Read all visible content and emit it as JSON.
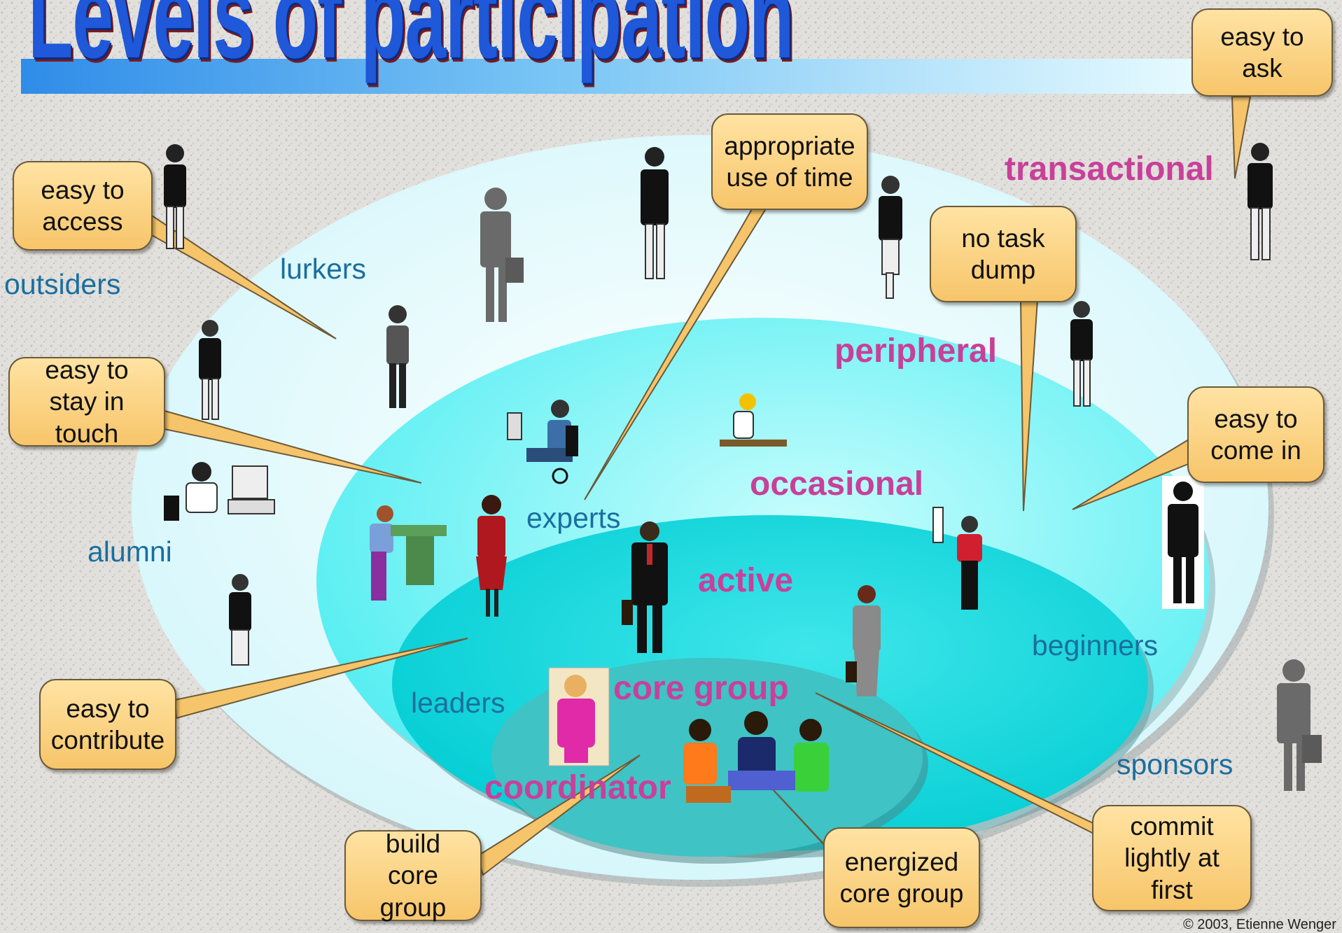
{
  "title": "Levels of participation",
  "rings": {
    "transactional": "transactional",
    "peripheral": "peripheral",
    "occasional": "occasional",
    "active": "active",
    "core_group": "core group",
    "coordinator": "coordinator"
  },
  "roles": {
    "outsiders": "outsiders",
    "lurkers": "lurkers",
    "alumni": "alumni",
    "experts": "experts",
    "leaders": "leaders",
    "beginners": "beginners",
    "sponsors": "sponsors"
  },
  "callouts": {
    "easy_to_ask": "easy to\nask",
    "easy_to_access": "easy to\naccess",
    "appropriate_use_of_time": "appropriate\nuse of time",
    "no_task_dump": "no task\ndump",
    "easy_to_stay_in_touch": "easy to\nstay in touch",
    "easy_to_come_in": "easy to\ncome in",
    "easy_to_contribute": "easy to\ncontribute",
    "build_core_group": "build\ncore group",
    "energized_core_group": "energized\ncore group",
    "commit_lightly_at_first": "commit\nlightly at first"
  },
  "credit": "© 2003, Etienne Wenger",
  "colors": {
    "title_blue": "#1f58d8",
    "callout_fill": "#f7c56a",
    "ring_label_pink": "#c8409a",
    "role_label_blue": "#1b6e9e",
    "outer_ring": "#e4fbfd",
    "middle_ring": "#5ef0f4",
    "inner_ring": "#08d8dc",
    "core_ring": "#3fbfbf"
  }
}
